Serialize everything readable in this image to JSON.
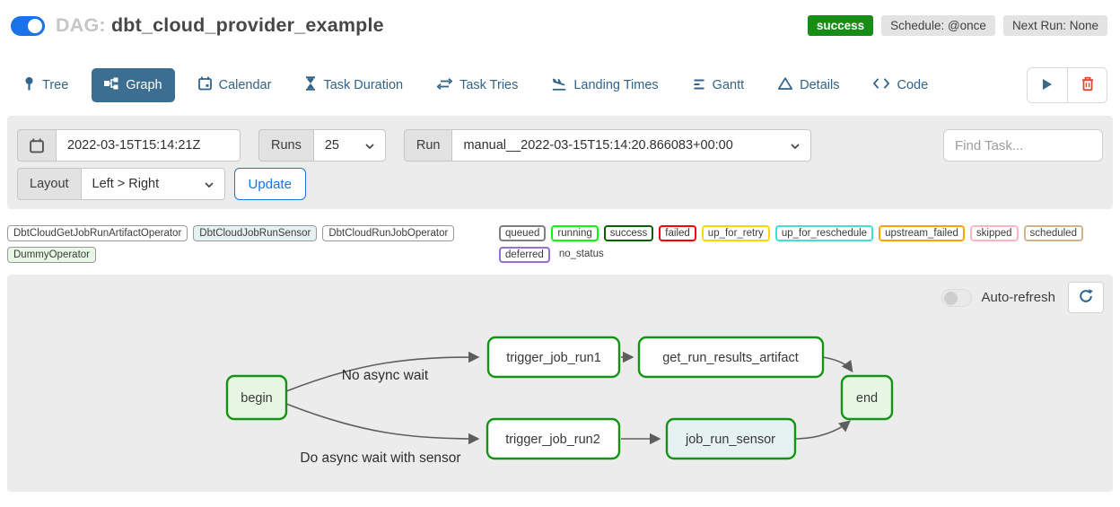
{
  "colors": {
    "accent": "#1a73e8",
    "tabactive": "#3c6e91",
    "tabtext": "#31638b",
    "successgreen": "#178c17",
    "nodeborder": "#149414",
    "edgegray": "#5e5e5e",
    "panelgray": "#ececec",
    "dangerred": "#df4a34"
  },
  "header": {
    "dag_prefix": "DAG:",
    "dag_name": "dbt_cloud_provider_example",
    "status_badge": "success",
    "schedule_badge": "Schedule: @once",
    "next_run_badge": "Next Run: None"
  },
  "tabs": [
    {
      "label": "Tree",
      "icon": "tree-icon",
      "active": false
    },
    {
      "label": "Graph",
      "icon": "graph-icon",
      "active": true
    },
    {
      "label": "Calendar",
      "icon": "calendar-icon",
      "active": false
    },
    {
      "label": "Task Duration",
      "icon": "hourglass-icon",
      "active": false
    },
    {
      "label": "Task Tries",
      "icon": "repeat-icon",
      "active": false
    },
    {
      "label": "Landing Times",
      "icon": "plane-landing-icon",
      "active": false
    },
    {
      "label": "Gantt",
      "icon": "gantt-icon",
      "active": false
    },
    {
      "label": "Details",
      "icon": "triangle-icon",
      "active": false
    },
    {
      "label": "Code",
      "icon": "code-icon",
      "active": false
    }
  ],
  "filters": {
    "base_date_value": "2022-03-15T15:14:21Z",
    "runs_label": "Runs",
    "runs_value": "25",
    "run_label": "Run",
    "run_value": "manual__2022-03-15T15:14:20.866083+00:00",
    "find_task_placeholder": "Find Task...",
    "layout_label": "Layout",
    "layout_value": "Left > Right",
    "update_button": "Update"
  },
  "legend": {
    "operators": [
      {
        "label": "DbtCloudGetJobRunArtifactOperator",
        "color": "#ffffff"
      },
      {
        "label": "DbtCloudJobRunSensor",
        "color": "#e6f1f2"
      },
      {
        "label": "DbtCloudRunJobOperator",
        "color": "#ffffff"
      },
      {
        "label": "DummyOperator",
        "color": "#e8f7e4"
      }
    ],
    "states": [
      {
        "label": "queued",
        "color": "#808080"
      },
      {
        "label": "running",
        "color": "#00ff00"
      },
      {
        "label": "success",
        "color": "#006400"
      },
      {
        "label": "failed",
        "color": "#ff0000"
      },
      {
        "label": "up_for_retry",
        "color": "#ffd700"
      },
      {
        "label": "up_for_reschedule",
        "color": "#40e0d0"
      },
      {
        "label": "upstream_failed",
        "color": "#ffa500"
      },
      {
        "label": "skipped",
        "color": "#ffb6c1"
      },
      {
        "label": "scheduled",
        "color": "#d2b48c"
      },
      {
        "label": "deferred",
        "color": "#9370db"
      },
      {
        "label": "no_status",
        "color": "transparent"
      }
    ]
  },
  "graph_panel": {
    "auto_refresh_label": "Auto-refresh",
    "auto_refresh_on": false
  },
  "dag": {
    "nodes": [
      {
        "id": "begin",
        "label": "begin",
        "fill": "#e8f7e4"
      },
      {
        "id": "trigger_job_run1",
        "label": "trigger_job_run1",
        "fill": "#ffffff"
      },
      {
        "id": "get_run_results_artifact",
        "label": "get_run_results_artifact",
        "fill": "#ffffff"
      },
      {
        "id": "trigger_job_run2",
        "label": "trigger_job_run2",
        "fill": "#ffffff"
      },
      {
        "id": "job_run_sensor",
        "label": "job_run_sensor",
        "fill": "#e6f1f2"
      },
      {
        "id": "end",
        "label": "end",
        "fill": "#e8f7e4"
      }
    ],
    "edges": [
      {
        "from": "begin",
        "to": "trigger_job_run1",
        "label": "No async wait"
      },
      {
        "from": "begin",
        "to": "trigger_job_run2",
        "label": "Do async wait with sensor"
      },
      {
        "from": "trigger_job_run1",
        "to": "get_run_results_artifact",
        "label": ""
      },
      {
        "from": "trigger_job_run2",
        "to": "job_run_sensor",
        "label": ""
      },
      {
        "from": "get_run_results_artifact",
        "to": "end",
        "label": ""
      },
      {
        "from": "job_run_sensor",
        "to": "end",
        "label": ""
      }
    ]
  }
}
